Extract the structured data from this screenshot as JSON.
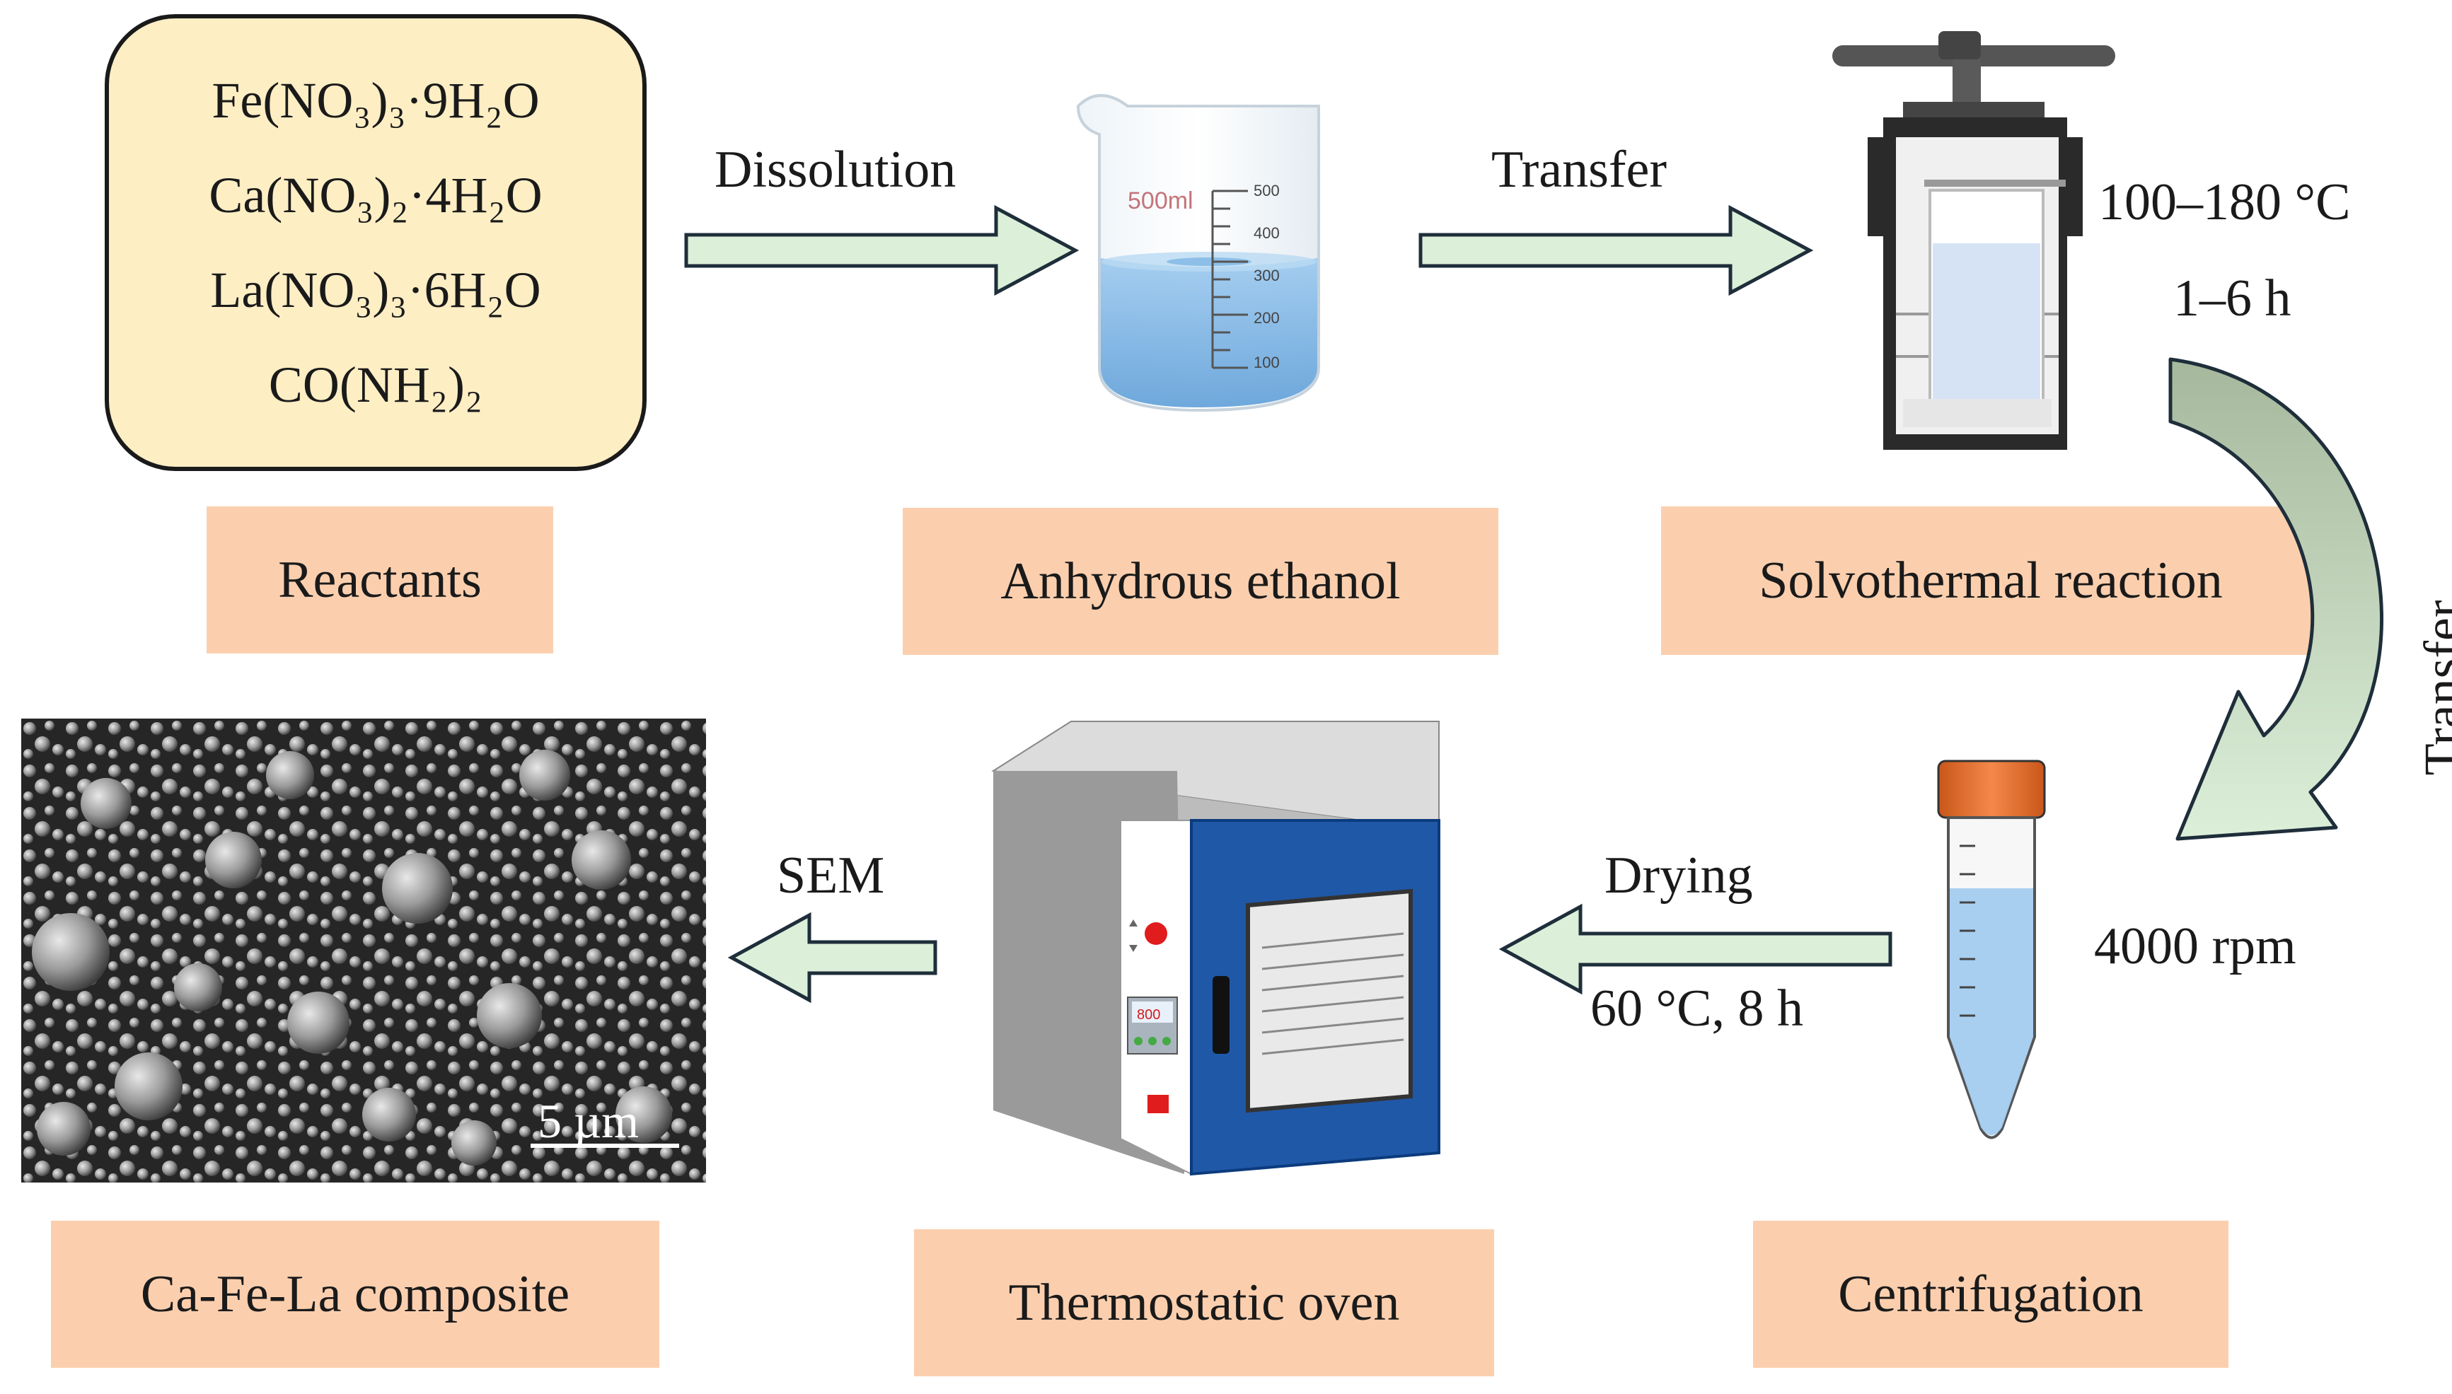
{
  "reactants": {
    "formulas": [
      "Fe(NO₃)₃·9H₂O",
      "Ca(NO₃)₂·4H₂O",
      "La(NO₃)₃·6H₂O",
      "CO(NH₂)₂"
    ]
  },
  "labels": {
    "reactants": "Reactants",
    "ethanol": "Anhydrous ethanol",
    "solvothermal": "Solvothermal reaction",
    "composite": "Ca-Fe-La composite",
    "oven": "Thermostatic oven",
    "centrifugation": "Centrifugation"
  },
  "steps": {
    "dissolution": "Dissolution",
    "transfer1": "Transfer",
    "transfer2": "Transfer",
    "drying": "Drying",
    "sem": "SEM"
  },
  "conditions": {
    "temp": "100–180 °C",
    "time": "1–6 h",
    "speed": "4000 rpm",
    "drying": "60 °C, 8 h"
  },
  "beaker": {
    "volume_label": "500ml",
    "marks": [
      "500",
      "400",
      "300",
      "200",
      "100"
    ]
  },
  "oven_display": "800",
  "sem_scale": "5 µm",
  "colors": {
    "arrow_fill": "#dcefd9",
    "arrow_stroke": "#1e2e3a",
    "label_bg": "#fbcfae",
    "reactant_bg": "#fdeec4",
    "oven_door": "#1f4e9a",
    "tube_cap": "#e8742a",
    "liquid": "#7fb6e6"
  }
}
